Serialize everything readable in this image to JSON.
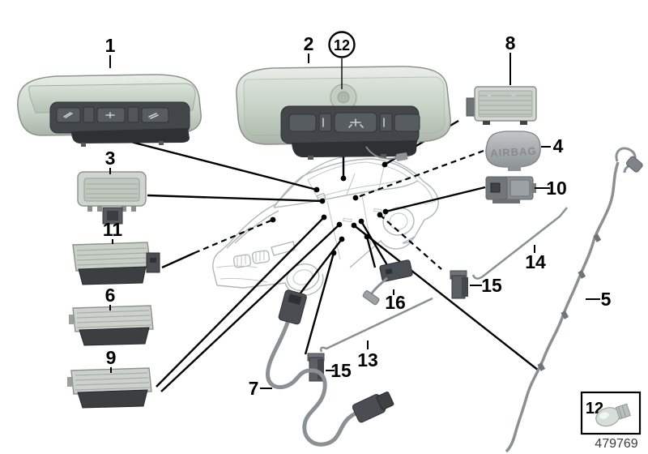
{
  "diagram": {
    "callouts": {
      "part1": "1",
      "part2": "2",
      "part3": "3",
      "part4": "4",
      "part5": "5",
      "part6": "6",
      "part7": "7",
      "part8": "8",
      "part9": "9",
      "part10": "10",
      "part11": "11",
      "part12": "12",
      "part13": "13",
      "part14": "14",
      "part15": "15",
      "part16": "16"
    },
    "airbag_emblem_text": "AIRBAG",
    "diagram_number": "479769",
    "colors": {
      "callout": "#000000",
      "car_sketch": "#b2b7ba",
      "harness": "#8a9094",
      "lamp_housing": "#ccd3cb",
      "switch_panel": "#43474b",
      "console_shell": "#c6cfc5"
    }
  }
}
